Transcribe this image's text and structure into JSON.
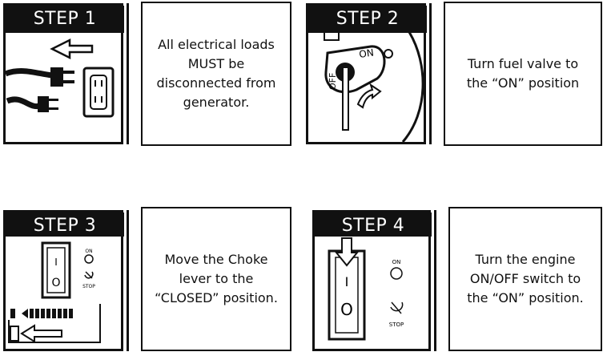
{
  "steps": [
    {
      "header": "STEP 1",
      "instruction": "All electrical loads\nMUST be\ndisconnected from\ngenerator."
    },
    {
      "header": "STEP 2",
      "instruction": "Turn fuel valve to\nthe “ON” position",
      "valve_on_label": "ON",
      "valve_off_label": "OFF"
    },
    {
      "header": "STEP 3",
      "instruction": "Move the Choke\nlever to the\n“CLOSED” position.",
      "switch_on_mark": "I",
      "switch_off_mark": "O",
      "on_label": "ON",
      "stop_label": "STOP"
    },
    {
      "header": "STEP 4",
      "instruction": "Turn the engine\nON/OFF switch to\nthe “ON” position.",
      "switch_on_mark": "I",
      "switch_off_mark": "O",
      "on_label": "ON",
      "stop_label": "STOP"
    }
  ]
}
